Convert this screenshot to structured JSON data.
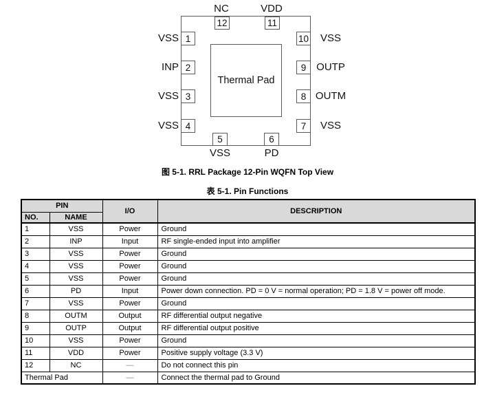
{
  "figure": {
    "caption": "图 5-1. RRL Package 12-Pin WQFN Top View",
    "thermal_pad_label": "Thermal Pad",
    "line_color": "#5a5a5a",
    "top_pins": [
      {
        "number": "12",
        "label": "NC"
      },
      {
        "number": "11",
        "label": "VDD"
      }
    ],
    "bottom_pins": [
      {
        "number": "5",
        "label": "VSS"
      },
      {
        "number": "6",
        "label": "PD"
      }
    ],
    "left_pins": [
      {
        "number": "1",
        "label": "VSS"
      },
      {
        "number": "2",
        "label": "INP"
      },
      {
        "number": "3",
        "label": "VSS"
      },
      {
        "number": "4",
        "label": "VSS"
      }
    ],
    "right_pins": [
      {
        "number": "10",
        "label": "VSS"
      },
      {
        "number": "9",
        "label": "OUTP"
      },
      {
        "number": "8",
        "label": "OUTM"
      },
      {
        "number": "7",
        "label": "VSS"
      }
    ]
  },
  "pin_table": {
    "caption": "表 5-1. Pin Functions",
    "header_bg": "#d9d9d9",
    "dash_color": "#878787",
    "headers": {
      "pin_group": "PIN",
      "no": "NO.",
      "name": "NAME",
      "io": "I/O",
      "description": "DESCRIPTION"
    },
    "rows": [
      {
        "no": "1",
        "name": "VSS",
        "io": "Power",
        "description": "Ground"
      },
      {
        "no": "2",
        "name": "INP",
        "io": "Input",
        "description": "RF single-ended input into amplifier"
      },
      {
        "no": "3",
        "name": "VSS",
        "io": "Power",
        "description": "Ground"
      },
      {
        "no": "4",
        "name": "VSS",
        "io": "Power",
        "description": "Ground"
      },
      {
        "no": "5",
        "name": "VSS",
        "io": "Power",
        "description": "Ground"
      },
      {
        "no": "6",
        "name": "PD",
        "io": "Input",
        "description": "Power down connection. PD = 0 V = normal operation; PD = 1.8 V = power off mode."
      },
      {
        "no": "7",
        "name": "VSS",
        "io": "Power",
        "description": "Ground"
      },
      {
        "no": "8",
        "name": "OUTM",
        "io": "Output",
        "description": "RF differential output negative"
      },
      {
        "no": "9",
        "name": "OUTP",
        "io": "Output",
        "description": "RF differential output positive"
      },
      {
        "no": "10",
        "name": "VSS",
        "io": "Power",
        "description": "Ground"
      },
      {
        "no": "11",
        "name": "VDD",
        "io": "Power",
        "description": "Positive supply voltage (3.3 V)"
      },
      {
        "no": "12",
        "name": "NC",
        "io": "—",
        "description": "Do not connect this pin"
      },
      {
        "no": "Thermal Pad",
        "io": "—",
        "description": "Connect the thermal pad to Ground"
      }
    ]
  }
}
